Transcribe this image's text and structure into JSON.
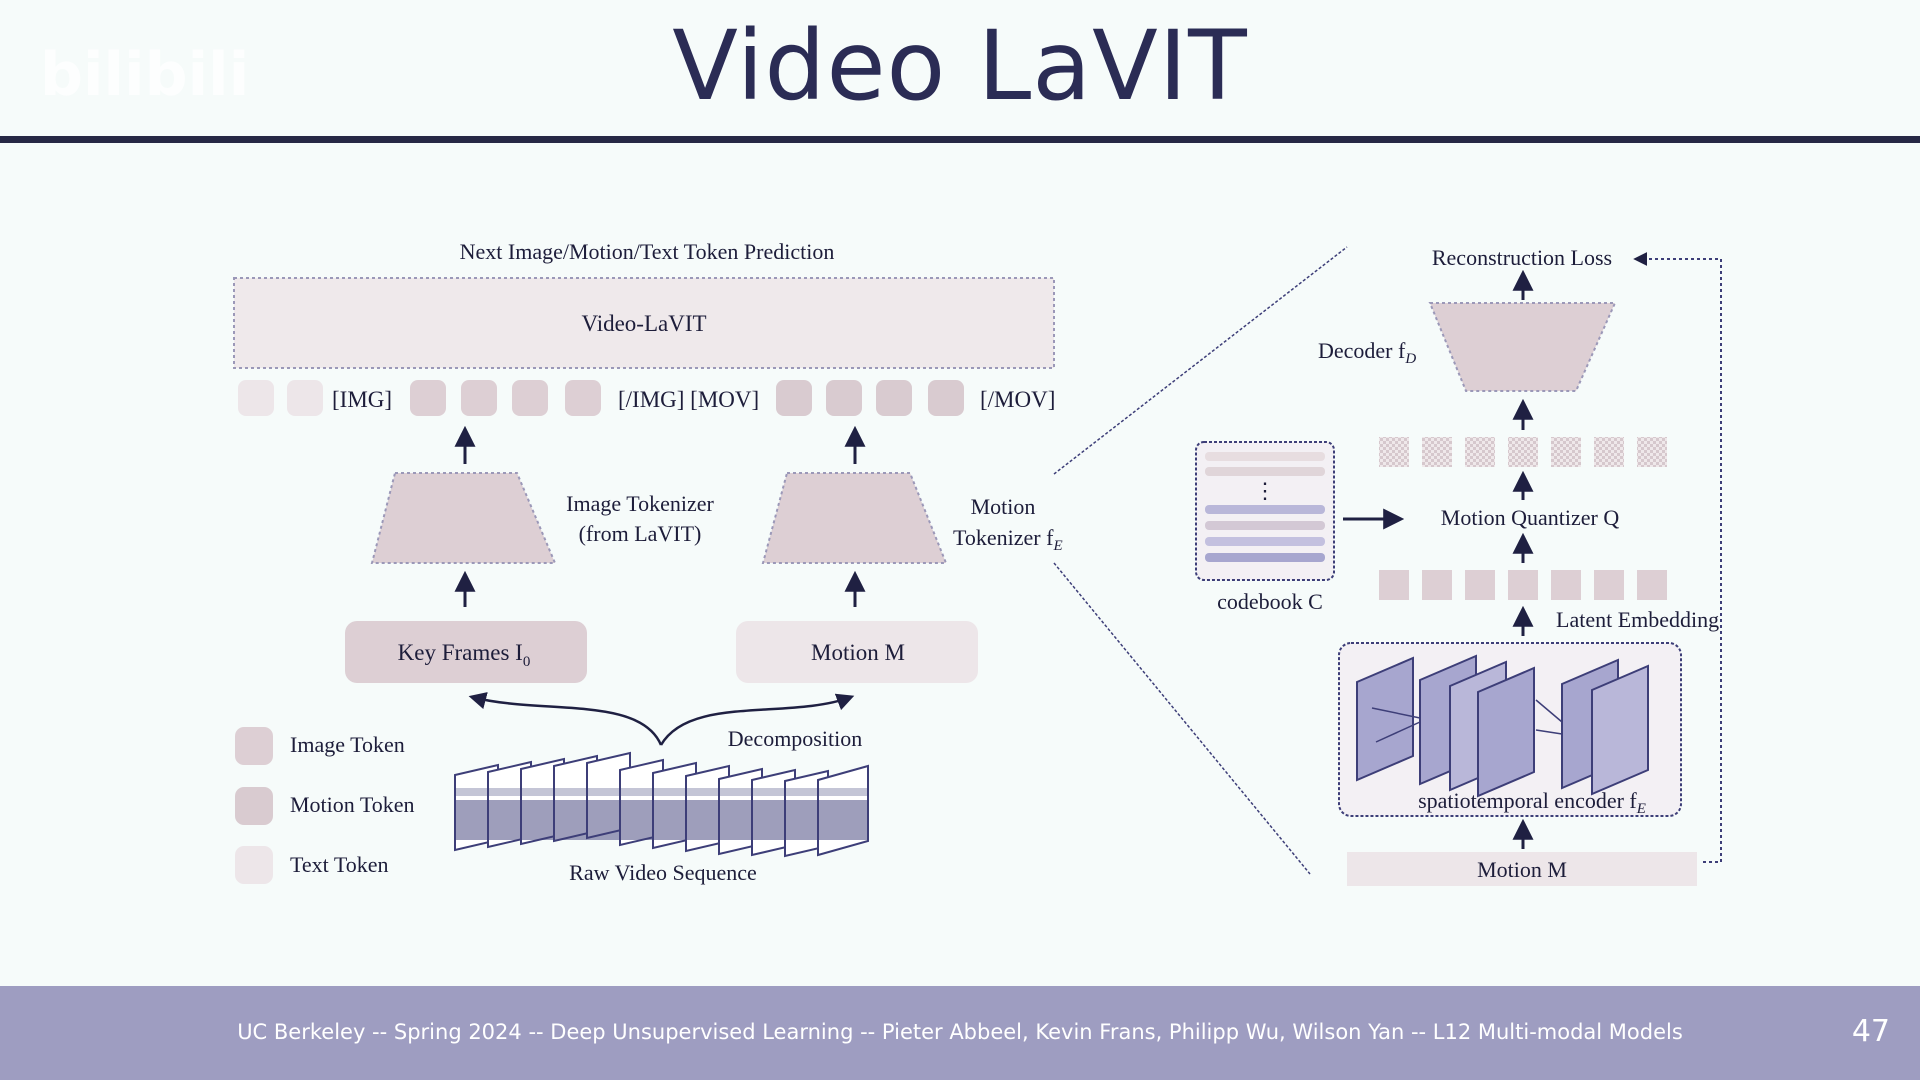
{
  "slide": {
    "title": "Video LaVIT",
    "watermark": "bilibili",
    "footer": "UC Berkeley -- Spring 2024 -- Deep Unsupervised Learning -- Pieter Abbeel, Kevin Frans, Philipp Wu, Wilson Yan  -- L12 Multi-modal Models",
    "page_number": "47"
  },
  "diagram": {
    "top_label": "Next Image/Motion/Text Token Prediction",
    "model": "Video-LaVIT",
    "tok_img_open": "[IMG]",
    "tok_img_close_mov_open": "[/IMG] [MOV]",
    "tok_mov_close": "[/MOV]",
    "image_tokenizer_line1": "Image Tokenizer",
    "image_tokenizer_line2": "(from LaVIT)",
    "motion_tokenizer_line1": "Motion",
    "motion_tokenizer_line2": "Tokenizer f",
    "key_frames": "Key Frames I",
    "key_frames_sub": "0",
    "motion_input": "Motion M",
    "decomposition": "Decomposition",
    "raw_video": "Raw Video Sequence",
    "legend_image": "Image Token",
    "legend_motion": "Motion Token",
    "legend_text": "Text Token",
    "reconstruction_loss": "Reconstruction Loss",
    "decoder": "Decoder f",
    "decoder_sub": "D",
    "codebook": "codebook C",
    "motion_quantizer": "Motion Quantizer Q",
    "latent_embedding": "Latent Embedding",
    "encoder": "spatiotemporal encoder f",
    "encoder_sub": "E",
    "motion_bottom": "Motion M"
  },
  "colors": {
    "image_token": "#ddcfd4",
    "motion_token": "#d9cbd0",
    "text_token": "#ede6e9",
    "encoder_panel": "#a7a6cf",
    "footer": "#9e9dc1"
  }
}
